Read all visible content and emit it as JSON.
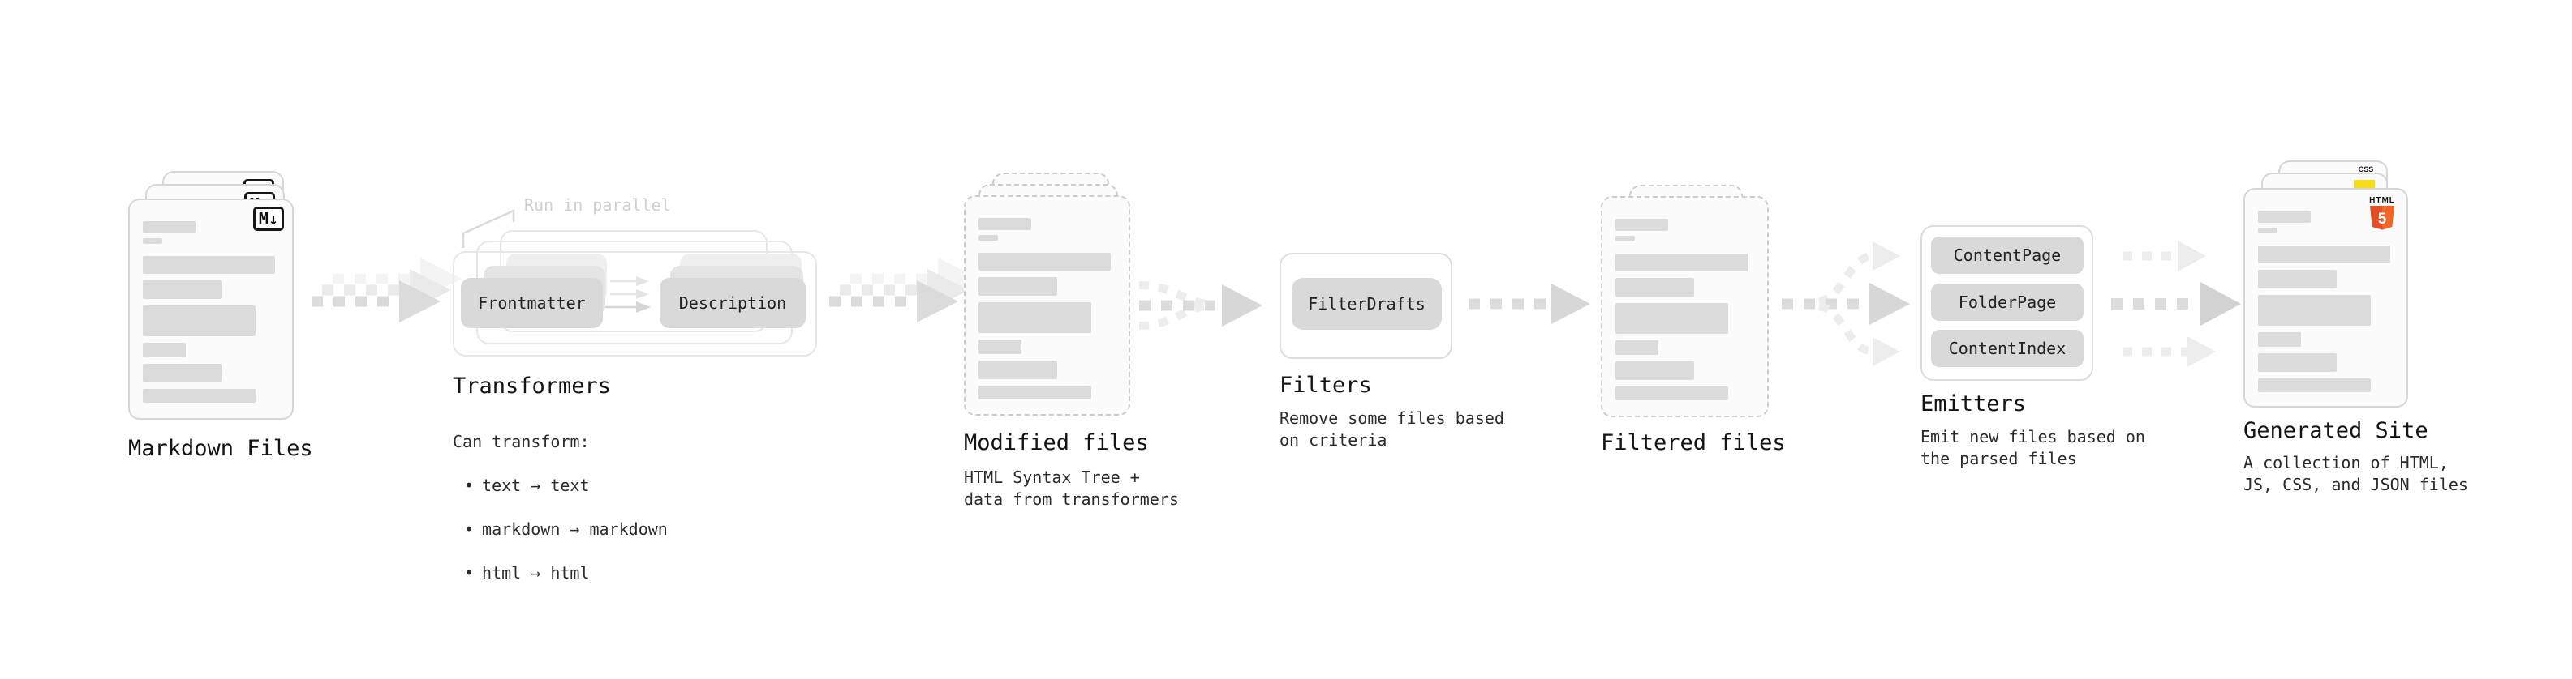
{
  "stages": {
    "markdown": {
      "label": "Markdown Files",
      "badge": "M↓"
    },
    "transformers": {
      "label": "Transformers",
      "annotation": "Run in parallel",
      "transformer_boxes": [
        "Frontmatter",
        "Description"
      ],
      "note_title": "Can transform:",
      "bullet_char": "•",
      "bullets": [
        "text → text",
        "markdown → markdown",
        "html → html"
      ]
    },
    "modified": {
      "label": "Modified files",
      "note": "HTML Syntax Tree +\ndata from transformers"
    },
    "filters": {
      "label": "Filters",
      "filter_boxes": [
        "FilterDrafts"
      ],
      "note": "Remove some files based\non criteria"
    },
    "filtered": {
      "label": "Filtered files"
    },
    "emitters": {
      "label": "Emitters",
      "emitter_boxes": [
        "ContentPage",
        "FolderPage",
        "ContentIndex"
      ],
      "note": "Emit new files based on\nthe parsed files"
    },
    "generated": {
      "label": "Generated Site",
      "note": "A collection of HTML,\nJS, CSS, and JSON files",
      "badges": {
        "html_word": "HTML",
        "html_number": "5",
        "css": "CSS"
      }
    }
  },
  "colors": {
    "html5_orange": "#E44D26",
    "html5_orange_light": "#F16529",
    "js_yellow": "#F5DE19",
    "css_blue": "#2962F1",
    "placeholder_gray": "#DBDBDB",
    "arrow_gray": "#DBDBDB",
    "text_dark": "#141414"
  }
}
